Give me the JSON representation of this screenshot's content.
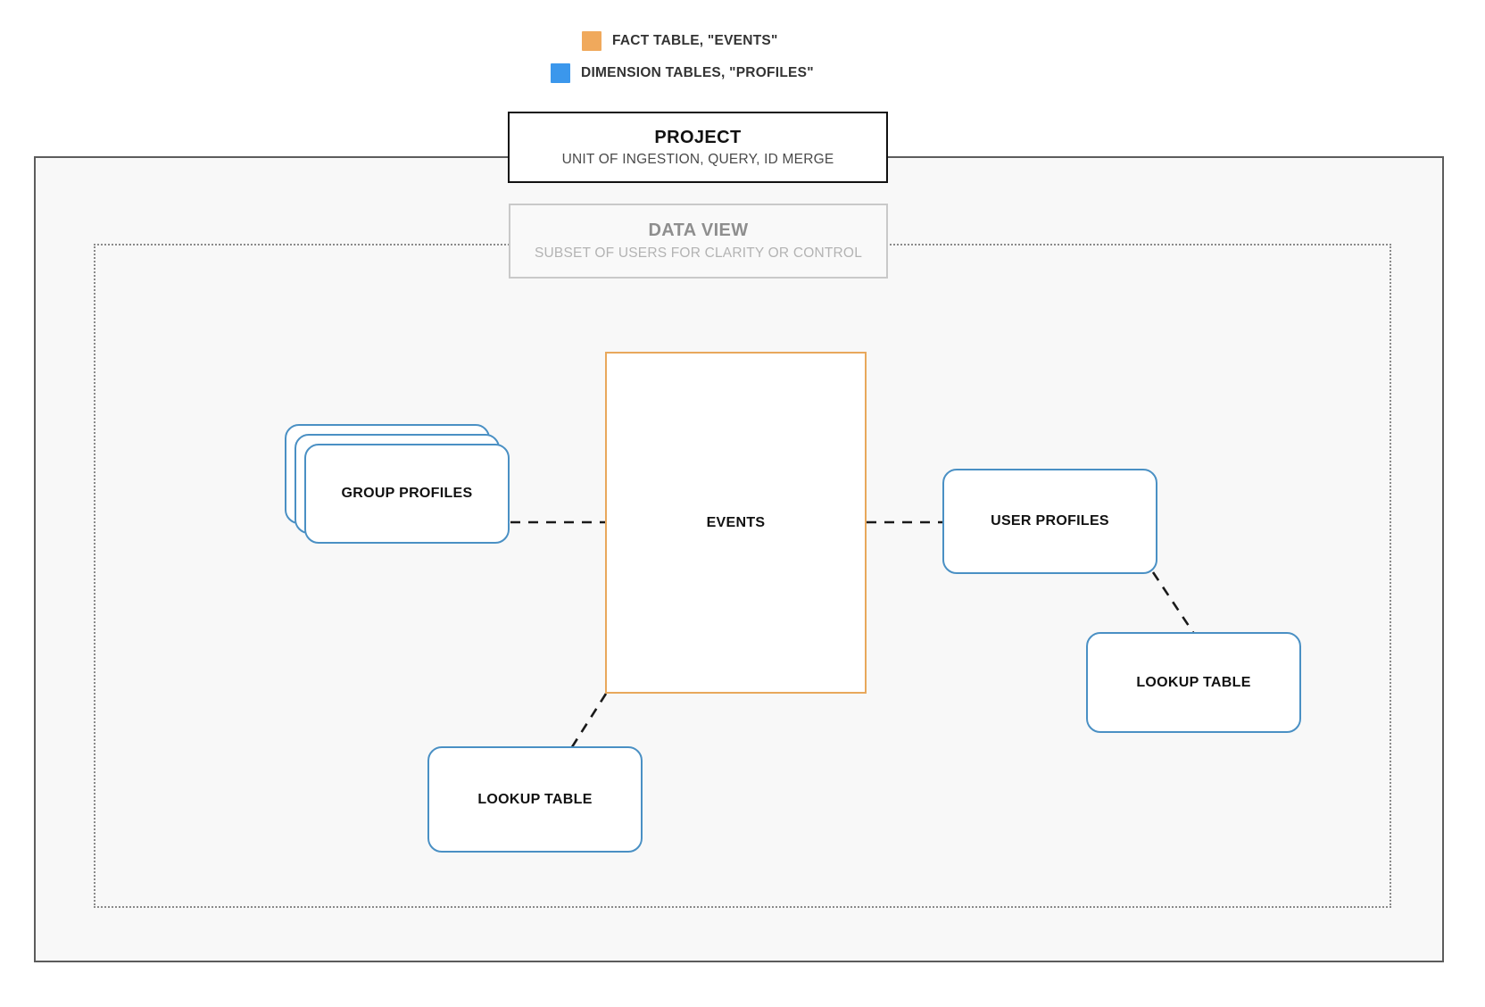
{
  "legend": {
    "items": [
      {
        "label": "FACT TABLE, \"EVENTS\"",
        "color": "#F0A95C",
        "icon": "orange-square-swatch"
      },
      {
        "label": "DIMENSION TABLES, \"PROFILES\"",
        "color": "#3B97EC",
        "icon": "blue-square-swatch"
      }
    ]
  },
  "project": {
    "title": "PROJECT",
    "subtitle": "UNIT OF INGESTION, QUERY, ID MERGE",
    "border_color": "#111111"
  },
  "data_view": {
    "title": "DATA VIEW",
    "subtitle": "SUBSET OF USERS FOR CLARITY OR CONTROL",
    "border_color": "#C9C9C9"
  },
  "nodes": {
    "events": {
      "label": "EVENTS",
      "type": "fact",
      "color": "#E8A85C"
    },
    "group_profiles": {
      "label": "GROUP PROFILES",
      "type": "dimension",
      "color": "#4A90C4",
      "stacked": 3
    },
    "user_profiles": {
      "label": "USER PROFILES",
      "type": "dimension",
      "color": "#4A90C4"
    },
    "lookup_table_left": {
      "label": "LOOKUP TABLE",
      "type": "dimension",
      "color": "#4A90C4"
    },
    "lookup_table_right": {
      "label": "LOOKUP TABLE",
      "type": "dimension",
      "color": "#4A90C4"
    }
  },
  "connections": [
    {
      "from": "group_profiles",
      "to": "events",
      "style": "dashed"
    },
    {
      "from": "events",
      "to": "user_profiles",
      "style": "dashed"
    },
    {
      "from": "events",
      "to": "lookup_table_left",
      "style": "dashed"
    },
    {
      "from": "user_profiles",
      "to": "lookup_table_right",
      "style": "dashed"
    }
  ],
  "colors": {
    "page_background": "#FFFFFF",
    "project_fill": "#F8F8F8",
    "project_border": "#5C5C5C",
    "dataview_border": "#8A8A8A",
    "fact_border": "#E8A85C",
    "dimension_border": "#4A90C4",
    "connector": "#1A1A1A"
  }
}
